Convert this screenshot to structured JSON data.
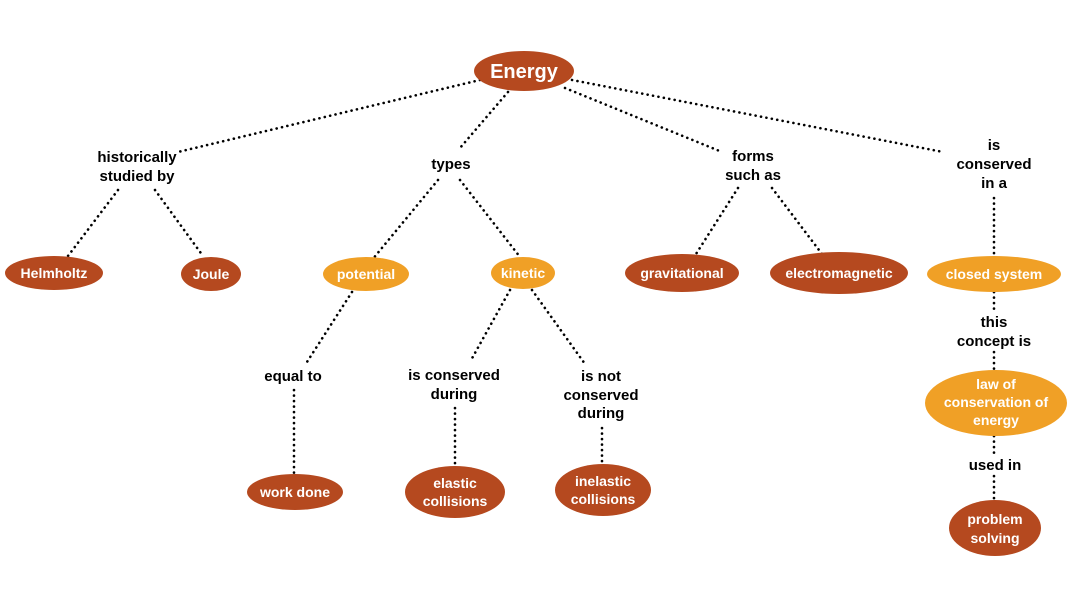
{
  "colors": {
    "dark_node": "#b5491f",
    "light_node": "#f0a026",
    "text_on_node": "#ffffff",
    "link_text": "#000000"
  },
  "nodes": {
    "energy": "Energy",
    "helmholtz": "Helmholtz",
    "joule": "Joule",
    "potential": "potential",
    "kinetic": "kinetic",
    "gravitational": "gravitational",
    "electromagnetic": "electromagnetic",
    "closed_system": "closed system",
    "law_of_conservation": [
      "law of",
      "conservation of",
      "energy"
    ],
    "problem_solving": [
      "problem",
      "solving"
    ],
    "work_done": "work done",
    "elastic_collisions": [
      "elastic",
      "collisions"
    ],
    "inelastic_collisions": [
      "inelastic",
      "collisions"
    ]
  },
  "links": {
    "historically_studied_by": [
      "historically",
      "studied by"
    ],
    "types": [
      "types"
    ],
    "forms_such_as": [
      "forms",
      "such as"
    ],
    "is_conserved_in_a": [
      "is",
      "conserved",
      "in a"
    ],
    "equal_to": [
      "equal to"
    ],
    "is_conserved_during": [
      "is conserved",
      "during"
    ],
    "is_not_conserved_during": [
      "is not",
      "conserved",
      "during"
    ],
    "this_concept_is": [
      "this",
      "concept is"
    ],
    "used_in": [
      "used in"
    ]
  }
}
